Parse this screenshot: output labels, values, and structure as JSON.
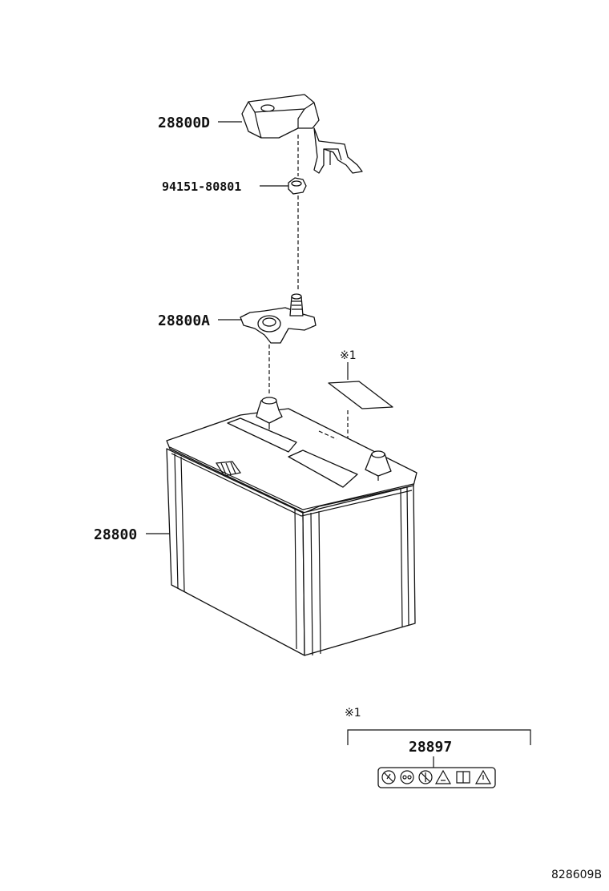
{
  "diagram": {
    "labels": {
      "cover": "28800D",
      "nut": "94151-80801",
      "terminal": "28800A",
      "battery": "28800",
      "label_ref_top": "※1",
      "label_ref_bottom": "※1",
      "caution_label": "28897",
      "drawing_number": "828609B"
    },
    "caution_icons": [
      "no-fire-icon",
      "eye-protection-icon",
      "keep-away-children-icon",
      "acid-warning-icon",
      "read-manual-icon",
      "explosive-gas-icon"
    ]
  }
}
